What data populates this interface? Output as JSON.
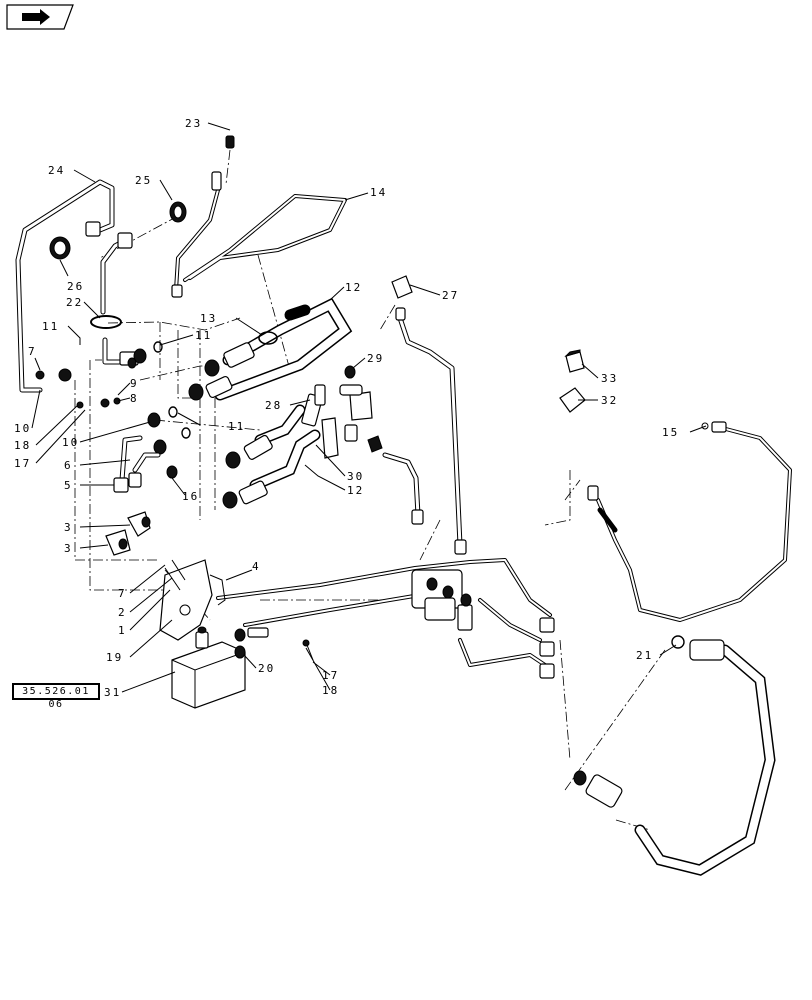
{
  "nav": {
    "icon": "arrow-right-icon"
  },
  "reference_link": {
    "label": "35.526.01 06"
  },
  "callouts": [
    {
      "id": "c23",
      "text": "23"
    },
    {
      "id": "c24",
      "text": "24"
    },
    {
      "id": "c25",
      "text": "25"
    },
    {
      "id": "c14",
      "text": "14"
    },
    {
      "id": "c26",
      "text": "26"
    },
    {
      "id": "c22",
      "text": "22"
    },
    {
      "id": "c12a",
      "text": "12"
    },
    {
      "id": "c27",
      "text": "27"
    },
    {
      "id": "c13",
      "text": "13"
    },
    {
      "id": "c11a",
      "text": "11"
    },
    {
      "id": "c11b",
      "text": "11"
    },
    {
      "id": "c7a",
      "text": "7"
    },
    {
      "id": "c29",
      "text": "29"
    },
    {
      "id": "c33",
      "text": "33"
    },
    {
      "id": "c9",
      "text": "9"
    },
    {
      "id": "c8",
      "text": "8"
    },
    {
      "id": "c28",
      "text": "28"
    },
    {
      "id": "c32",
      "text": "32"
    },
    {
      "id": "c10a",
      "text": "10"
    },
    {
      "id": "c18a",
      "text": "18"
    },
    {
      "id": "c17a",
      "text": "17"
    },
    {
      "id": "c11c",
      "text": "11"
    },
    {
      "id": "c10b",
      "text": "10"
    },
    {
      "id": "c15",
      "text": "15"
    },
    {
      "id": "c6",
      "text": "6"
    },
    {
      "id": "c30",
      "text": "30"
    },
    {
      "id": "c5",
      "text": "5"
    },
    {
      "id": "c12b",
      "text": "12"
    },
    {
      "id": "c16",
      "text": "16"
    },
    {
      "id": "c3a",
      "text": "3"
    },
    {
      "id": "c3b",
      "text": "3"
    },
    {
      "id": "c4",
      "text": "4"
    },
    {
      "id": "c7b",
      "text": "7"
    },
    {
      "id": "c2",
      "text": "2"
    },
    {
      "id": "c1",
      "text": "1"
    },
    {
      "id": "c21",
      "text": "21"
    },
    {
      "id": "c19",
      "text": "19"
    },
    {
      "id": "c20",
      "text": "20"
    },
    {
      "id": "c17b",
      "text": "17"
    },
    {
      "id": "c18b",
      "text": "18"
    },
    {
      "id": "c31",
      "text": "31"
    }
  ]
}
